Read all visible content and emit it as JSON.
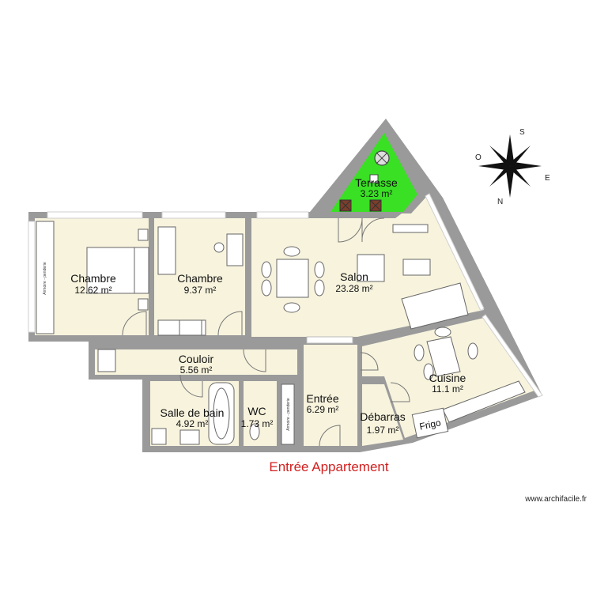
{
  "colors": {
    "wall": "#9a9a9a",
    "floor": "#f7f3dd",
    "terrace": "#39e024",
    "entry_text": "#d21f1f",
    "furniture_line": "#666666"
  },
  "rooms": {
    "terrasse": {
      "name": "Terrasse",
      "area": "3.23 m²"
    },
    "chambre1": {
      "name": "Chambre",
      "area": "12.62 m²"
    },
    "chambre2": {
      "name": "Chambre",
      "area": "9.37 m²"
    },
    "salon": {
      "name": "Salon",
      "area": "23.28 m²"
    },
    "couloir": {
      "name": "Couloir",
      "area": "5.56 m²"
    },
    "cuisine": {
      "name": "Cuisine",
      "area": "11.1 m²"
    },
    "salle_de_bain": {
      "name": "Salle de bain",
      "area": "4.92 m²"
    },
    "wc": {
      "name": "WC",
      "area": "1.73 m²"
    },
    "entree": {
      "name": "Entrée",
      "area": "6.29 m²"
    },
    "debarras": {
      "name": "Débarras",
      "area": "1.97 m²"
    }
  },
  "labels": {
    "armoire": "Armoire - penderie",
    "frigo": "Frigo",
    "entry_title": "Entrée Appartement",
    "watermark": "www.archifacile.fr"
  },
  "compass": {
    "icon": "compass-rose-icon",
    "n": "N",
    "s": "S",
    "e": "E",
    "o": "O"
  }
}
